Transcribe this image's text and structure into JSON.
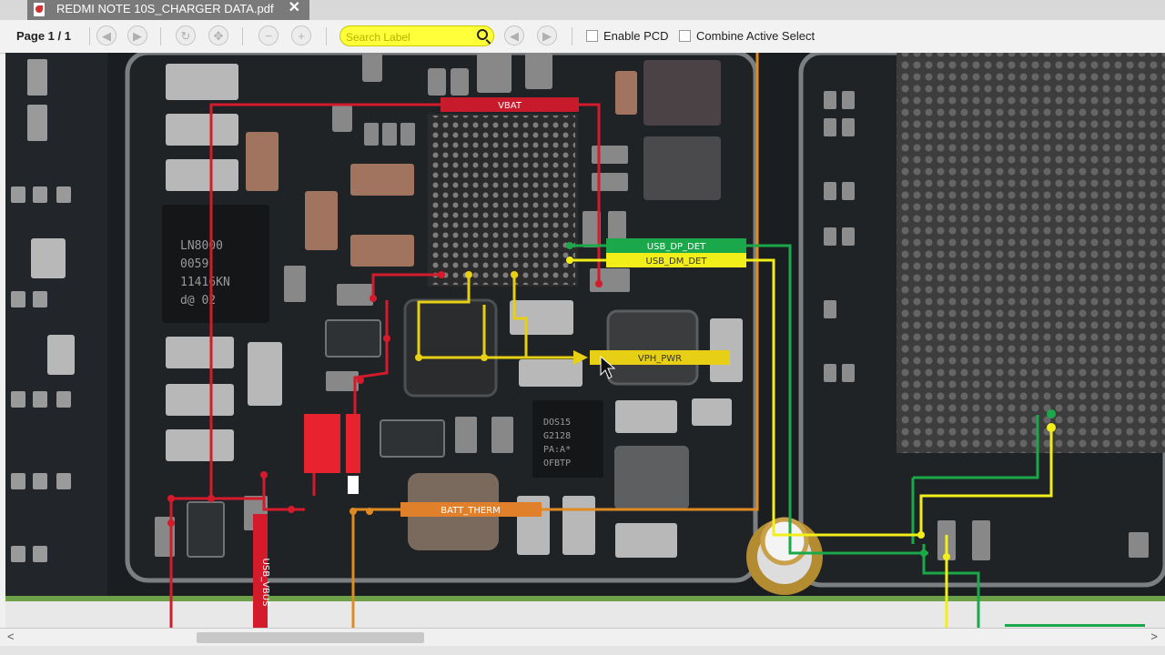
{
  "tab": {
    "title": "REDMI NOTE 10S_CHARGER DATA.pdf",
    "close": "✕"
  },
  "toolbar": {
    "page_label": "Page 1 / 1",
    "search_placeholder": "Search Label",
    "enable_pcd_label": "Enable PCD",
    "enable_pcd_checked": false,
    "combine_label": "Combine Active Select",
    "combine_checked": false,
    "icons": [
      "back-icon",
      "forward-icon",
      "rotate-icon",
      "move-icon",
      "zoom-out-icon",
      "zoom-in-icon",
      "search-icon",
      "prev-result-icon",
      "next-result-icon"
    ]
  },
  "board": {
    "nets": {
      "vbat": "VBAT",
      "usb_dp": "USB_DP_DET",
      "usb_dm": "USB_DM_DET",
      "vph": "VPH_PWR",
      "batt_therm": "BATT_THERM",
      "usb_vbus": "USB_VBUS"
    },
    "chips": {
      "ln8000": [
        "LN8000",
        "0059",
        "11416KN",
        "d@ 02"
      ],
      "dos": [
        "DOS15",
        "G2128",
        "PA:A*",
        "OFBTP"
      ]
    },
    "net_colors": {
      "vbat": "#d41b2c",
      "usb_dp": "#1aa84a",
      "usb_dm": "#f2ee1a",
      "vph": "#e6cf14",
      "batt_therm": "#e08a22",
      "usb_vbus": "#d41b2c"
    }
  },
  "scrollbar": {
    "left": "<",
    "right": ">"
  }
}
